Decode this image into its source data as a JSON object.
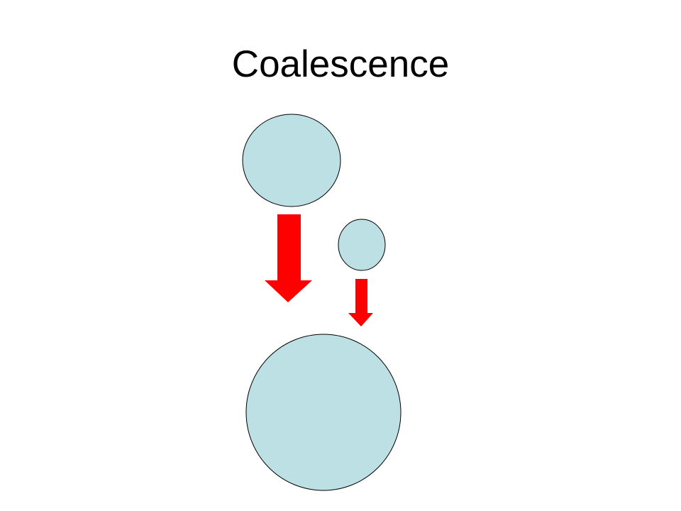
{
  "slide": {
    "title": "Coalescence"
  },
  "diagram": {
    "droplet_fill": "#bde0e4",
    "droplet_stroke": "#000000",
    "arrow_color": "#ff0000",
    "droplets": [
      {
        "name": "large-droplet",
        "role": "falling large droplet"
      },
      {
        "name": "small-droplet",
        "role": "falling small droplet"
      },
      {
        "name": "merged-droplet",
        "role": "coalesced droplet"
      }
    ],
    "arrows": [
      {
        "name": "large-droplet-arrow-icon",
        "direction": "down"
      },
      {
        "name": "small-droplet-arrow-icon",
        "direction": "down"
      }
    ]
  }
}
